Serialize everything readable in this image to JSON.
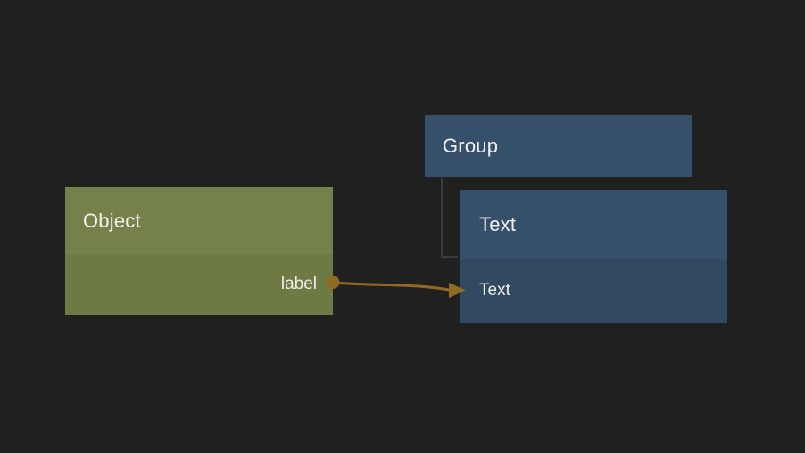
{
  "canvas": {
    "background": "#202020"
  },
  "colors": {
    "text": "#f0f0f0",
    "object_header": "#75814a",
    "object_body": "#6d7a43",
    "blue_header": "#36506b",
    "blue_body": "#324a61",
    "wire": "#8f6a22",
    "tree_connector": "#3b3b3b"
  },
  "nodes": {
    "object": {
      "title": "Object",
      "output_label": "label"
    },
    "group": {
      "title": "Group"
    },
    "text": {
      "title": "Text",
      "row_label": "Text"
    }
  }
}
